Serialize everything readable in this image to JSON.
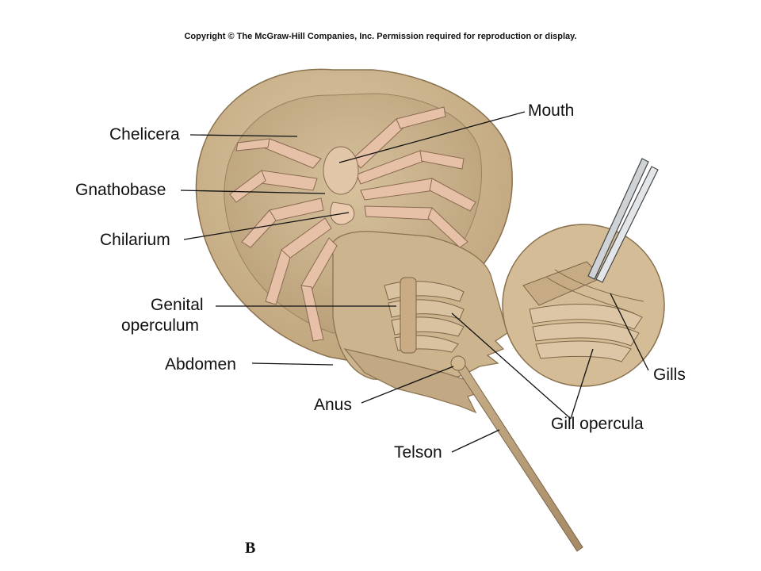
{
  "copyright": "Copyright © The McGraw-Hill Companies, Inc. Permission required for reproduction or display.",
  "figure_letter": "B",
  "labels": {
    "chelicera": "Chelicera",
    "gnathobase": "Gnathobase",
    "chilarium": "Chilarium",
    "genital_operculum_line1": "Genital",
    "genital_operculum_line2": "operculum",
    "abdomen": "Abdomen",
    "anus": "Anus",
    "telson": "Telson",
    "mouth": "Mouth",
    "gills": "Gills",
    "gill_opercula": "Gill opercula"
  },
  "colors": {
    "shell": "#cdb791",
    "shell_dark": "#a89070",
    "appendage": "#e6c1a8",
    "line": "#111111"
  }
}
